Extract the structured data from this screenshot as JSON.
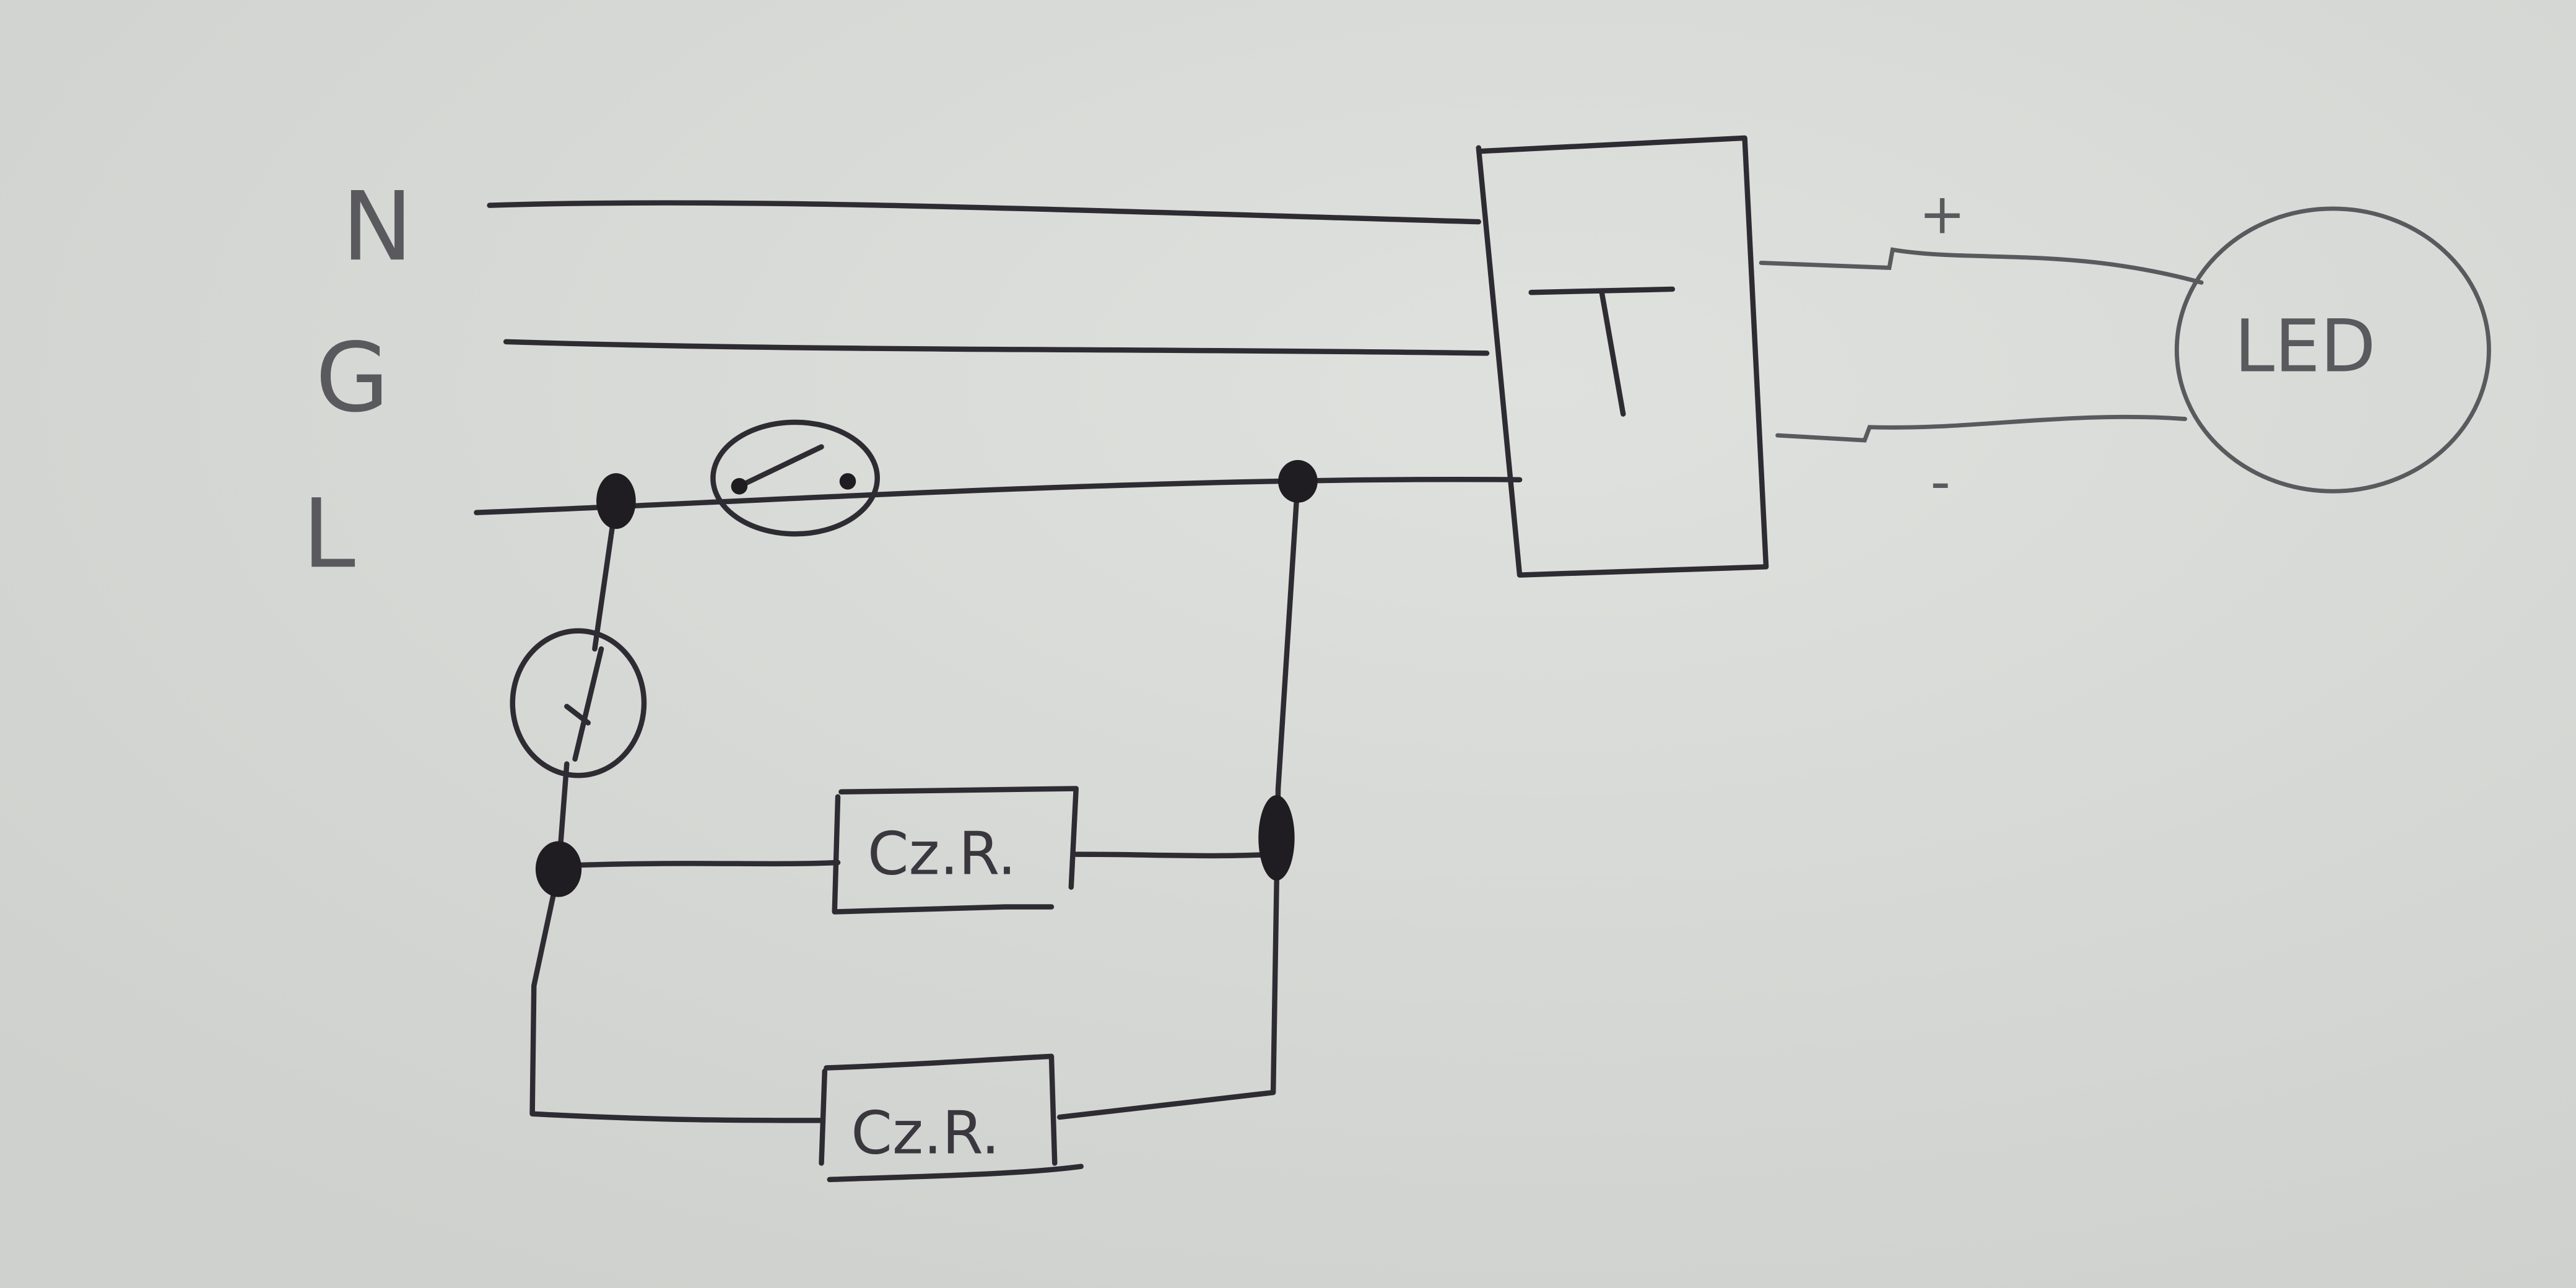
{
  "diagram": {
    "type": "hand-drawn circuit schematic",
    "rail_labels": {
      "neutral": "N",
      "ground": "G",
      "line": "L"
    },
    "transformer_label": "T",
    "polarity": {
      "positive": "+",
      "negative": "-"
    },
    "load_label": "LED",
    "components": [
      {
        "label": "Cz.R."
      },
      {
        "label": "Cz.R."
      }
    ],
    "switches": [
      {
        "id": "series-switch-on-L"
      },
      {
        "id": "branch-switch"
      }
    ],
    "colors": {
      "paper": "#d9dbd8",
      "ink": "#2e2c32",
      "pencil": "#5a5a5e"
    }
  }
}
